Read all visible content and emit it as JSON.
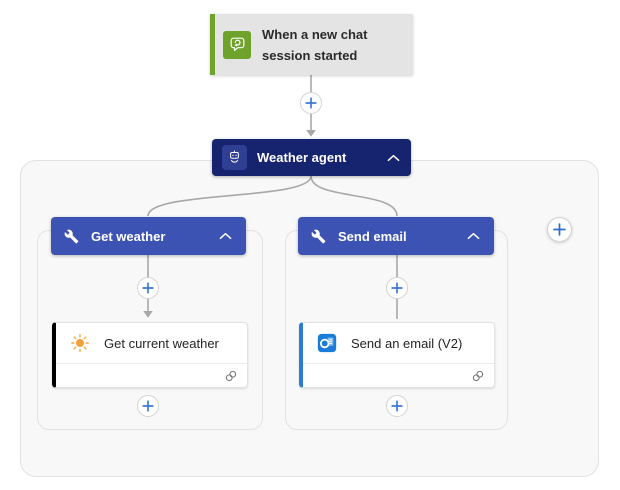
{
  "trigger": {
    "label": "When a new chat session started"
  },
  "agent": {
    "label": "Weather agent"
  },
  "tools": [
    {
      "label": "Get weather",
      "action": {
        "label": "Get current weather"
      }
    },
    {
      "label": "Send email",
      "action": {
        "label": "Send an email (V2)"
      }
    }
  ],
  "colors": {
    "trigger_accent_green": "#6FA22B",
    "trigger_bg": "#E4E4E4",
    "agent_node_navy": "#16236E",
    "agent_icon_chip": "#2F3F94",
    "tool_header_blue": "#3D53B4",
    "card_accent_weather": "#000000",
    "card_accent_email": "#2B7CD3",
    "connector_gray": "#A8A8A8",
    "plus_blue": "#3B78D8",
    "outlook_blue": "#1A7CD8",
    "sun_orange": "#F2A33C",
    "scope_bg": "#F8F8F8"
  }
}
